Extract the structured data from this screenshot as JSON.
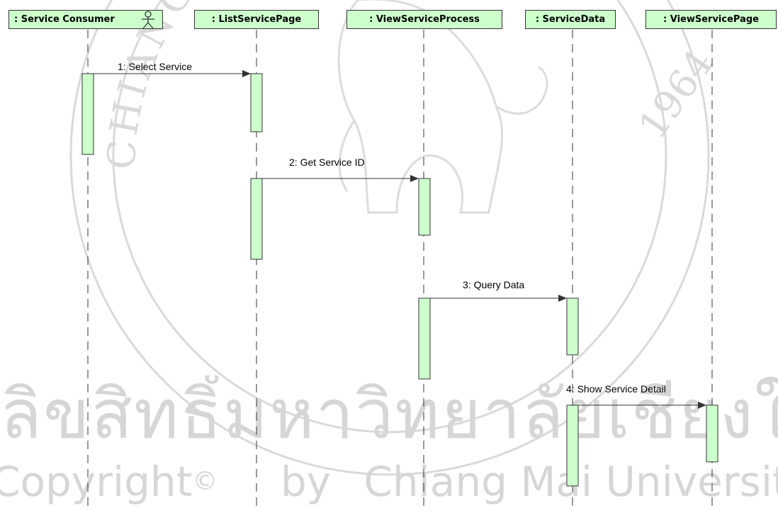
{
  "watermark": {
    "seal_text": "CHIANG MAI UNIVERSITY",
    "seal_year": "1964",
    "thai_text": "ลิขสิทธิ์มหาวิทยาลัยเชียงใหม่",
    "copyright": {
      "word": "Copyright",
      "symbol": "©",
      "by": "by",
      "name": "Chiang Mai University"
    },
    "color": "#d6d6d6"
  },
  "lifelines": [
    {
      "label": ": Service Consumer",
      "is_actor": true
    },
    {
      "label": ": ListServicePage"
    },
    {
      "label": ": ViewServiceProcess"
    },
    {
      "label": ": ServiceData"
    },
    {
      "label": ": ViewServicePage"
    }
  ],
  "messages": [
    {
      "label": "1: Select Service"
    },
    {
      "label": "2: Get Service ID"
    },
    {
      "label": "3: Query Data"
    },
    {
      "label": "4: Show Service Detail"
    }
  ],
  "colors": {
    "header_fill": "#ccffcc",
    "activation_fill": "#ccffcc",
    "line": "#333333"
  }
}
